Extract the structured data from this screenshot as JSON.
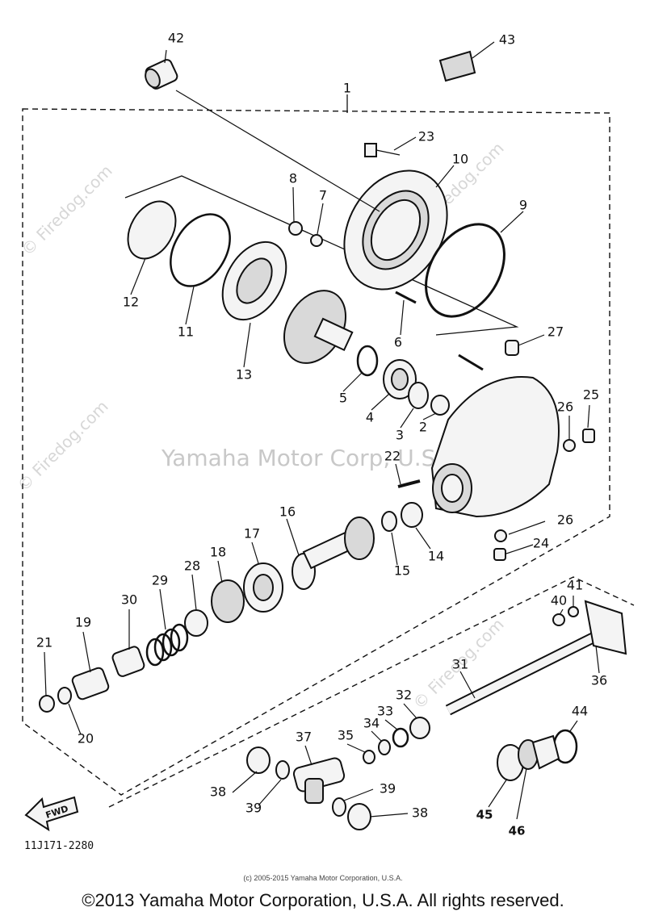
{
  "watermarks": {
    "center": "Yamaha Motor Corp, U.S.A.",
    "site": "© Firedog.com"
  },
  "diagram_code": "11J171-2280",
  "fwd_label": "FWD",
  "copyright_small": "(c) 2005-2015 Yamaha Motor Corporation, U.S.A.",
  "copyright_main": "©2013 Yamaha Motor Corporation, U.S.A. All rights reserved.",
  "labels": {
    "l1": "1",
    "l2": "2",
    "l3": "3",
    "l4": "4",
    "l5": "5",
    "l6": "6",
    "l7": "7",
    "l8": "8",
    "l9": "9",
    "l10": "10",
    "l11": "11",
    "l12": "12",
    "l13": "13",
    "l14": "14",
    "l15": "15",
    "l16": "16",
    "l17": "17",
    "l18": "18",
    "l19": "19",
    "l20": "20",
    "l21": "21",
    "l22": "22",
    "l23": "23",
    "l24": "24",
    "l25": "25",
    "l26a": "26",
    "l26b": "26",
    "l27": "27",
    "l28": "28",
    "l29": "29",
    "l30": "30",
    "l31": "31",
    "l32": "32",
    "l33": "33",
    "l34": "34",
    "l35": "35",
    "l36": "36",
    "l37": "37",
    "l38a": "38",
    "l38b": "38",
    "l39a": "39",
    "l39b": "39",
    "l40": "40",
    "l41": "41",
    "l42": "42",
    "l43": "43",
    "l44": "44",
    "l45": "45",
    "l46": "46"
  }
}
